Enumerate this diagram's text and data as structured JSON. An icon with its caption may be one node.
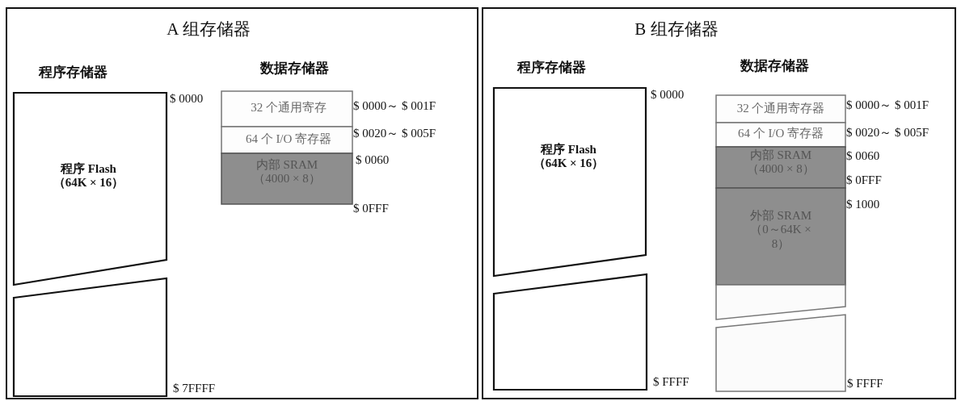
{
  "diagram": {
    "nodes": [
      {
        "text": [
          "A 组存储器"
        ]
      },
      {
        "text": [
          "程序 Flash （64K × 16）"
        ],
        "in": 0
      },
      {
        "text": [],
        "shape": "box",
        "in": 0,
        "beside": [
          "$ 7FFFF"
        ]
      },
      {
        "text": [
          "32 个通用寄存"
        ],
        "in": 0
      },
      {
        "text": [
          "64 个 I/O 寄存器"
        ],
        "in": 0
      },
      {
        "text": [
          "内部 SRAM （4000 × 8）"
        ],
        "in": 0
      },
      {
        "text": [
          "B 组存储器"
        ]
      },
      {
        "text": [
          "程序 Flash （64K × 16）"
        ],
        "in": 6
      },
      {
        "text": [],
        "shape": "box",
        "in": 6,
        "beside": [
          "$ FFFF"
        ]
      },
      {
        "text": [
          "32 个通用寄存器"
        ],
        "in": 6
      },
      {
        "text": [
          "64 个 I/O 寄存器"
        ],
        "in": 6
      },
      {
        "text": [
          "内部 SRAM （4000 × 8）"
        ],
        "in": 6
      },
      {
        "text": [
          "外部 SRAM （0～64K × 8）"
        ],
        "in": 6
      },
      {
        "text": [],
        "shape": "box",
        "in": 6
      },
      {
        "text": [],
        "shape": "box",
        "in": 6,
        "beside": [
          "$ FFFF"
        ]
      }
    ],
    "labels": [
      "程序存储器",
      "数据存储器",
      "$ 0000",
      "$ 0000～ $ 001F",
      "$ 0020～ $ 005F",
      "$ 0060",
      "$ 0FFF",
      "程序存储器",
      "数据存储器",
      "$ 0000",
      "$ 0000～ $ 001F",
      "$ 0020～ $ 005F",
      "$ 0060",
      "$ 0FFF",
      "$ 1000"
    ]
  }
}
